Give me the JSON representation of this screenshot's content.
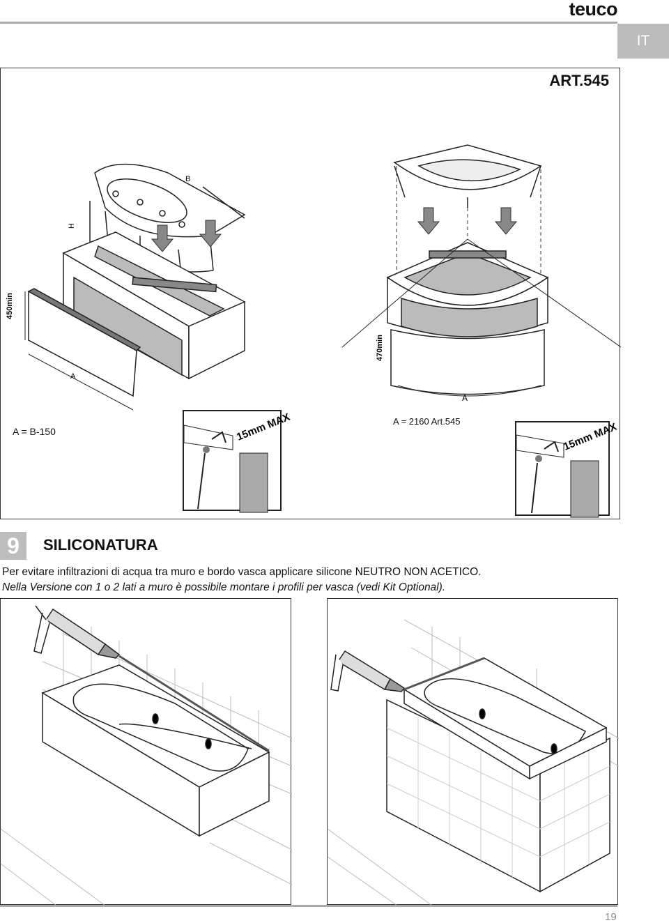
{
  "header": {
    "brand": "teuco",
    "language_tab": "IT"
  },
  "figure_top": {
    "article": "ART.545",
    "caption_left": "A = B-150",
    "caption_right": "A = 2160 Art.545",
    "labels": {
      "b": "B",
      "h": "H",
      "a_left": "A",
      "a_right": "A",
      "min_left": "450min",
      "min_right": "470min",
      "detail_left": "15mm MAX",
      "detail_right": "15mm MAX"
    }
  },
  "section": {
    "number": "9",
    "title": "SILICONATURA",
    "line1": "Per evitare infiltrazioni di acqua tra muro e bordo vasca applicare silicone NEUTRO NON ACETICO.",
    "line2": "Nella Versione con 1 o 2 lati a muro è possibile montare i profili per vasca (vedi Kit Optional)."
  },
  "footer": {
    "page_number": "19"
  }
}
